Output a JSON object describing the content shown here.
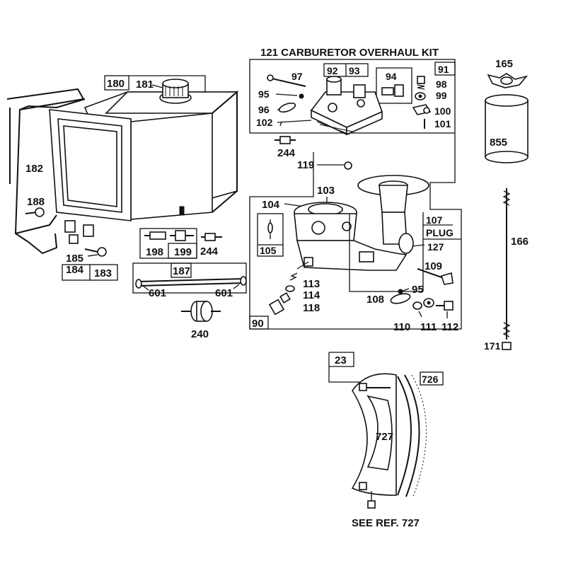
{
  "labels": {
    "kit_121": "121 CARBURETOR OVERHAUL KIT",
    "p165": "165",
    "p180": "180",
    "p181": "181",
    "p182": "182",
    "p188": "188",
    "p185": "185",
    "p184": "184",
    "p183": "183",
    "p97": "97",
    "p92": "92",
    "p93": "93",
    "p94": "94",
    "p91": "91",
    "p95a": "95",
    "p98": "98",
    "p99": "99",
    "p96": "96",
    "p100": "100",
    "p102": "102",
    "p101": "101",
    "p855": "855",
    "p244a": "244",
    "p119": "119",
    "p104": "104",
    "p103": "103",
    "p107": "107",
    "plug": "PLUG",
    "p127": "127",
    "p105": "105",
    "p166": "166",
    "p198": "198",
    "p199": "199",
    "p244b": "244",
    "p187": "187",
    "p601a": "601",
    "p601b": "601",
    "p109": "109",
    "p113": "113",
    "p95b": "95",
    "p114": "114",
    "p108": "108",
    "p118": "118",
    "p110": "110",
    "p111": "111",
    "p112": "112",
    "p90": "90",
    "p240": "240",
    "p171": "171",
    "p23": "23",
    "p726": "726",
    "p727": "727",
    "see_ref": "SEE REF. 727"
  }
}
